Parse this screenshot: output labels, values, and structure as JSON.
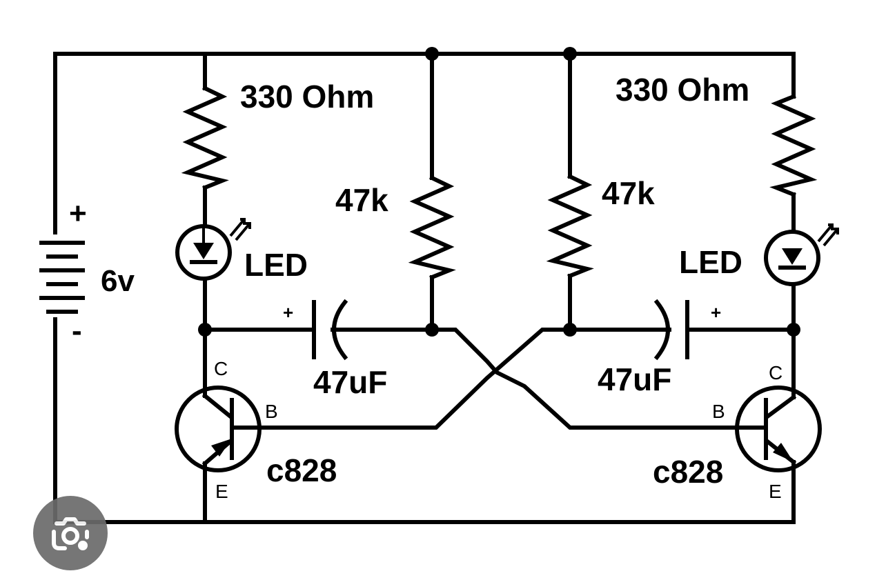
{
  "schematic": {
    "battery": {
      "voltage": "6v",
      "positive": "+",
      "negative": "-"
    },
    "left": {
      "resistor_collector": "330 Ohm",
      "led": "LED",
      "resistor_base": "47k",
      "capacitor": "47uF",
      "capacitor_polarity": "+",
      "transistor": "c828",
      "pin_c": "C",
      "pin_b": "B",
      "pin_e": "E"
    },
    "right": {
      "resistor_collector": "330 Ohm",
      "led": "LED",
      "resistor_base": "47k",
      "capacitor": "47uF",
      "capacitor_polarity": "+",
      "transistor": "c828",
      "pin_c": "C",
      "pin_b": "B",
      "pin_e": "E"
    }
  },
  "overlay": {
    "icon": "camera-lens-icon"
  },
  "colors": {
    "line": "#000000",
    "background": "#ffffff",
    "overlay_button": "#6b6b6b"
  }
}
